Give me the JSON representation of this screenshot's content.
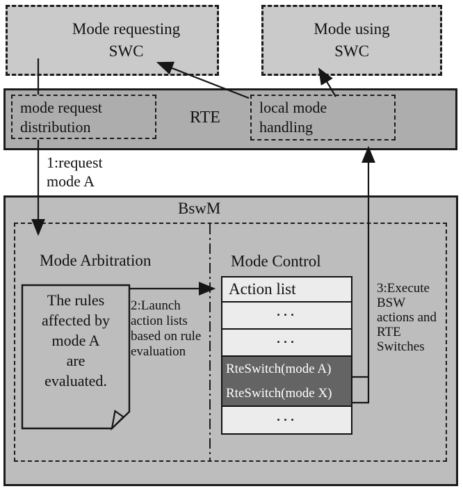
{
  "colors": {
    "background": "#ffffff",
    "swc_box_fill": "#cacaca",
    "rte_bar_fill": "#adadad",
    "bswm_fill": "#bdbdbd",
    "note_fill": "#bdbdbd",
    "action_row_light": "#ececec",
    "action_row_dark": "#646464",
    "action_row_dark_text": "#ffffff",
    "line_color": "#151515"
  },
  "boxes": {
    "mode_requesting_swc": "Mode requesting\nSWC",
    "mode_using_swc": "Mode using\nSWC",
    "rte_label": "RTE",
    "mode_request_distribution": "mode request\ndistribution",
    "local_mode_handling": "local mode\nhandling",
    "bswm_title": "BswM",
    "mode_arbitration_title": "Mode Arbitration",
    "mode_control_title": "Mode Control"
  },
  "annotations": {
    "step1": "1:request\nmode A",
    "step2": "2:Launch\naction lists\nbased on rule\nevaluation",
    "step3": "3:Execute\nBSW\nactions and\nRTE\nSwitches",
    "note": "The rules\naffected by\nmode A\nare\nevaluated."
  },
  "action_list": {
    "header": "Action list",
    "rows": [
      {
        "text": "...",
        "style": "light"
      },
      {
        "text": "...",
        "style": "light"
      },
      {
        "text": "RteSwitch(mode A)",
        "style": "dark"
      },
      {
        "text": "RteSwitch(mode X)",
        "style": "dark"
      },
      {
        "text": "...",
        "style": "light"
      }
    ]
  }
}
